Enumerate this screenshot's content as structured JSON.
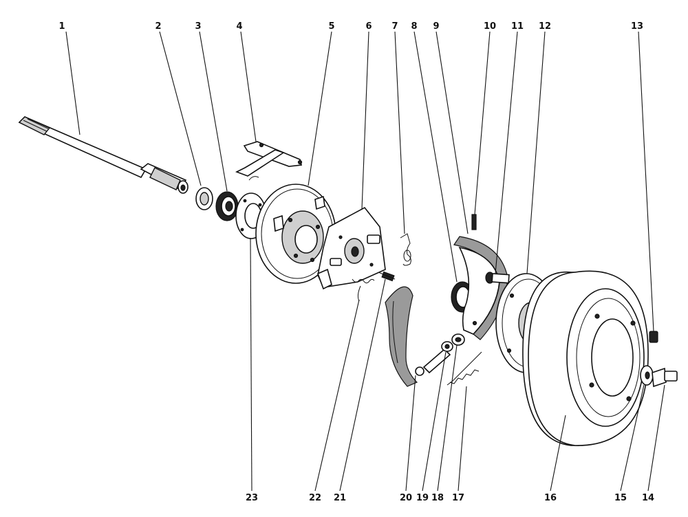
{
  "diagram": {
    "callouts": [
      "1",
      "2",
      "3",
      "4",
      "5",
      "6",
      "7",
      "8",
      "9",
      "10",
      "11",
      "12",
      "13",
      "14",
      "15",
      "16",
      "17",
      "18",
      "19",
      "20",
      "21",
      "22",
      "23"
    ]
  }
}
